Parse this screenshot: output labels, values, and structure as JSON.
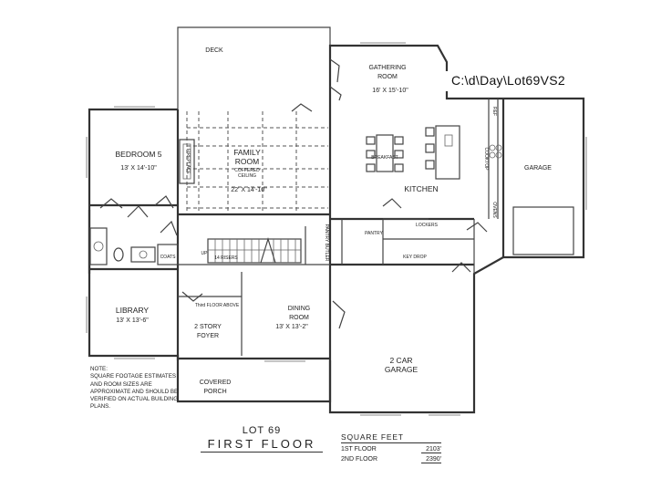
{
  "file_path_label": "C:\\d\\Day\\Lot69VS2",
  "rooms": {
    "deck": "DECK",
    "gathering_name_1": "GATHERING",
    "gathering_name_2": "ROOM",
    "gathering_size": "16' X 15'-10\"",
    "bedroom_name": "BEDROOM 5",
    "bedroom_size": "13' X 14'-10\"",
    "family_name_1": "FAMILY",
    "family_name_2": "ROOM",
    "family_note_1": "COFFERED",
    "family_note_2": "CEILING",
    "family_size": "22' X 14'-10\"",
    "breakfast": "BREAKFAST",
    "kitchen": "KITCHEN",
    "garage": "GARAGE",
    "library_name": "LIBRARY",
    "library_size": "13' X 13'-6\"",
    "foyer_name_1": "2 STORY",
    "foyer_name_2": "FOYER",
    "open_above": "Third FLOOR ABOVE",
    "dining_name_1": "DINING",
    "dining_name_2": "ROOM",
    "dining_size": "13' X 13'-2\"",
    "car_garage_1": "2 CAR",
    "car_garage_2": "GARAGE",
    "porch_1": "COVERED",
    "porch_2": "PORCH",
    "pantry": "PANTRY",
    "butler": "PANTRY BUTLER",
    "lockers": "LOCKERS",
    "key_drop": "KEY DROP",
    "coats": "COATS",
    "stair_up": "UP",
    "risers": "14 RISERS",
    "ref": "REF",
    "cooktop": "COOKTOP",
    "ovens": "OVENS",
    "fireplace": "FIREPLACE"
  },
  "note": {
    "title": "NOTE:",
    "body": "SQUARE FOOTAGE ESTIMATES AND ROOM SIZES ARE APPROXIMATE AND SHOULD BE VERIFIED ON ACTUAL BUILDING PLANS."
  },
  "title_block": {
    "lot": "LOT 69",
    "floor": "FIRST FLOOR"
  },
  "square_feet": {
    "title": "SQUARE FEET",
    "rows": [
      {
        "label": "1ST FLOOR",
        "value": "2103'"
      },
      {
        "label": "2ND FLOOR",
        "value": "2390'"
      }
    ]
  }
}
